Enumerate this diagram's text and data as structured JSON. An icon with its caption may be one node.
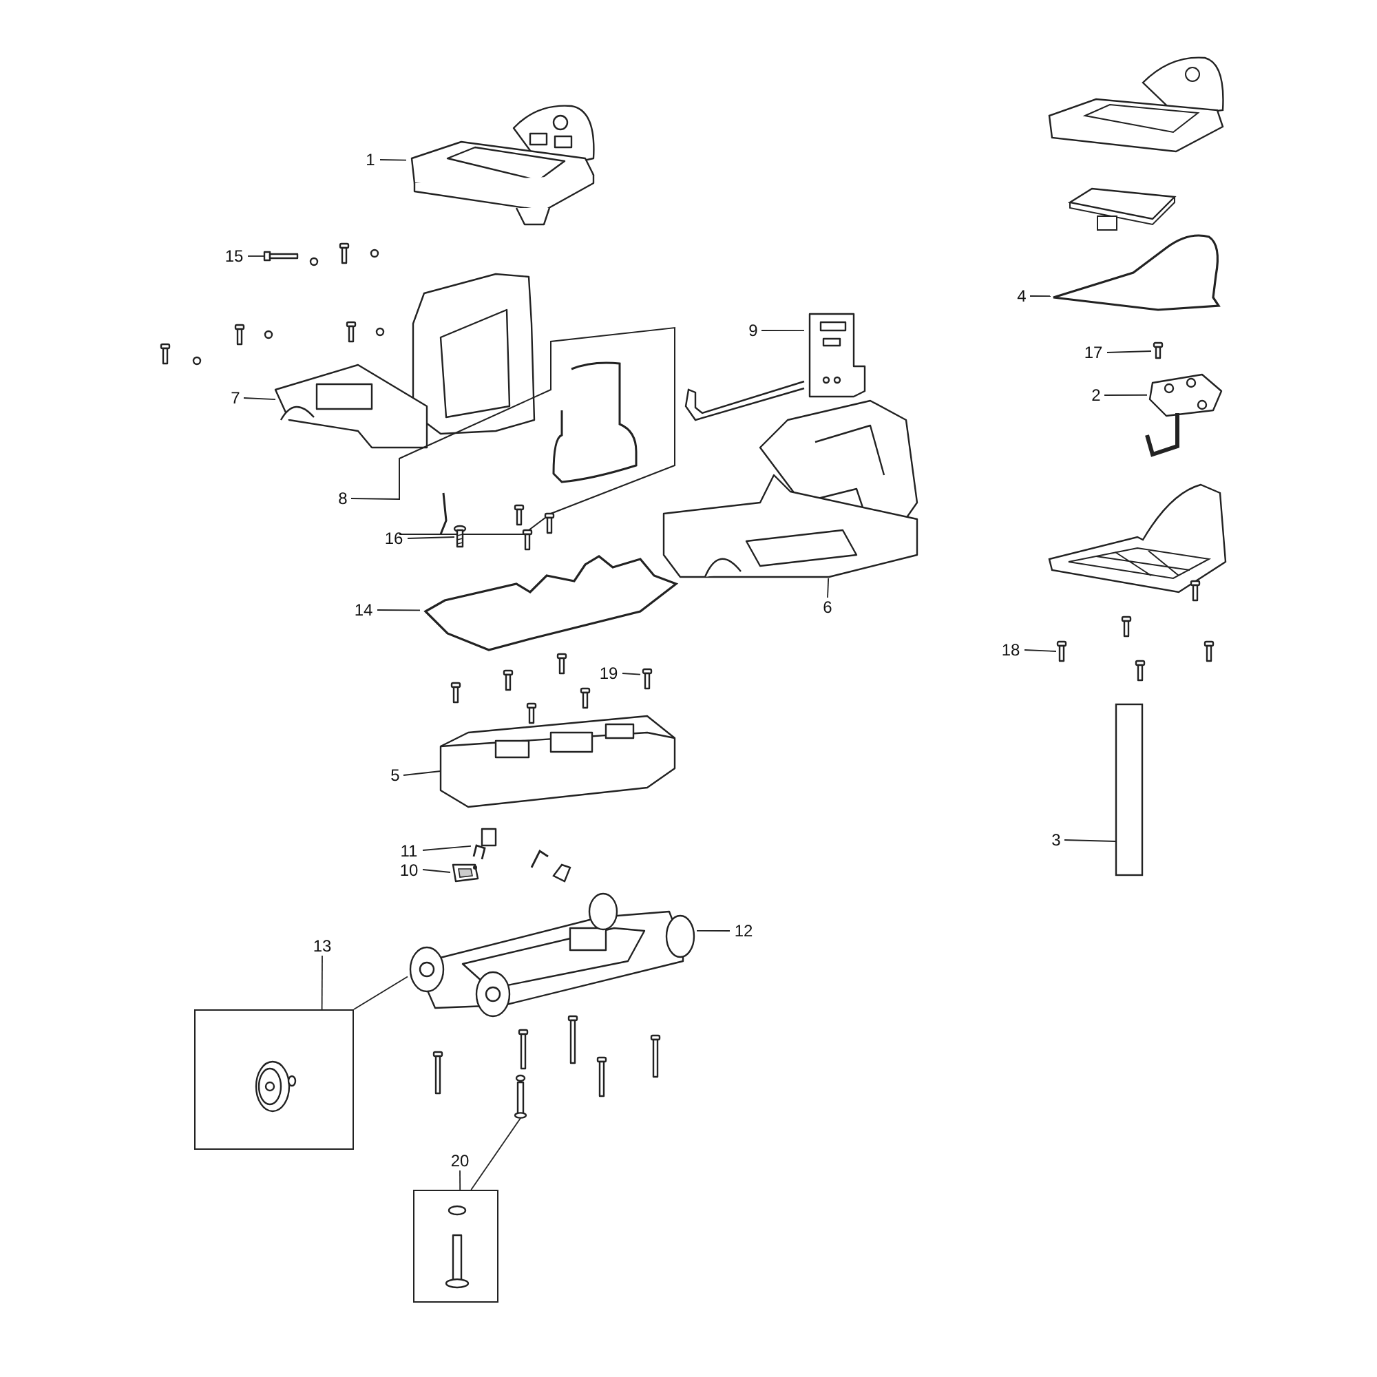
{
  "diagram": {
    "nodes": [
      {
        "text": [
          "1"
        ]
      },
      {
        "text": [],
        "shape": "picture"
      },
      {
        "text": [
          "15"
        ]
      },
      {
        "text": [],
        "shape": "picture"
      },
      {
        "text": [
          "7"
        ]
      },
      {
        "text": [],
        "shape": "picture"
      },
      {
        "text": [
          "8"
        ]
      },
      {
        "text": [],
        "shape": "picture"
      },
      {
        "text": [
          "16"
        ]
      },
      {
        "text": [],
        "shape": "picture"
      },
      {
        "text": [
          "14"
        ]
      },
      {
        "text": [],
        "shape": "picture"
      },
      {
        "text": [
          "9"
        ]
      },
      {
        "text": [],
        "shape": "picture"
      },
      {
        "text": [
          "6"
        ]
      },
      {
        "text": [],
        "shape": "picture"
      },
      {
        "text": [
          "19"
        ]
      },
      {
        "text": [],
        "shape": "picture"
      },
      {
        "text": [
          "5"
        ]
      },
      {
        "text": [],
        "shape": "picture"
      },
      {
        "text": [
          "11"
        ]
      },
      {
        "text": [],
        "shape": "picture"
      },
      {
        "text": [
          "10"
        ]
      },
      {
        "text": [],
        "shape": "picture"
      },
      {
        "text": [
          "12"
        ]
      },
      {
        "text": [],
        "shape": "picture"
      },
      {
        "text": [
          "13"
        ]
      },
      {
        "text": [],
        "shape": "box"
      },
      {
        "text": [],
        "shape": "picture",
        "in": 27
      },
      {
        "text": [
          "20"
        ]
      },
      {
        "text": [],
        "shape": "box"
      },
      {
        "text": [],
        "shape": "picture",
        "in": 30
      },
      {
        "text": [],
        "shape": "picture"
      },
      {
        "text": [
          "4"
        ]
      },
      {
        "text": [],
        "shape": "picture"
      },
      {
        "text": [
          "17"
        ]
      },
      {
        "text": [],
        "shape": "picture"
      },
      {
        "text": [
          "2"
        ]
      },
      {
        "text": [],
        "shape": "picture"
      },
      {
        "text": [
          "18"
        ]
      },
      {
        "text": [],
        "shape": "picture"
      },
      {
        "text": [
          "3"
        ]
      },
      {
        "text": [],
        "shape": "bar"
      }
    ],
    "edges": [
      {
        "from": 0,
        "to": 1,
        "arrow": "none"
      },
      {
        "from": 2,
        "to": 3,
        "arrow": "none"
      },
      {
        "from": 4,
        "to": 5,
        "arrow": "none"
      },
      {
        "from": 6,
        "to": 7,
        "arrow": "none"
      },
      {
        "from": 8,
        "to": 9,
        "arrow": "none"
      },
      {
        "from": 10,
        "to": 11,
        "arrow": "none"
      },
      {
        "from": 12,
        "to": 13,
        "arrow": "none"
      },
      {
        "from": 14,
        "to": 15,
        "arrow": "none"
      },
      {
        "from": 16,
        "to": 17,
        "arrow": "none"
      },
      {
        "from": 18,
        "to": 19,
        "arrow": "none"
      },
      {
        "from": 20,
        "to": 21,
        "arrow": "none"
      },
      {
        "from": 22,
        "to": 23,
        "arrow": "none"
      },
      {
        "from": 24,
        "to": 25,
        "arrow": "none"
      },
      {
        "from": 26,
        "to": 27,
        "arrow": "none"
      },
      {
        "from": 27,
        "to": 25,
        "arrow": "none"
      },
      {
        "from": 29,
        "to": 30,
        "arrow": "none"
      },
      {
        "from": 30,
        "to": 32,
        "arrow": "none"
      },
      {
        "from": 33,
        "to": 34,
        "arrow": "none"
      },
      {
        "from": 35,
        "to": 36,
        "arrow": "none"
      },
      {
        "from": 37,
        "to": 38,
        "arrow": "none"
      },
      {
        "from": 39,
        "to": 40,
        "arrow": "none"
      },
      {
        "from": 41,
        "to": 42,
        "arrow": "none"
      }
    ]
  }
}
